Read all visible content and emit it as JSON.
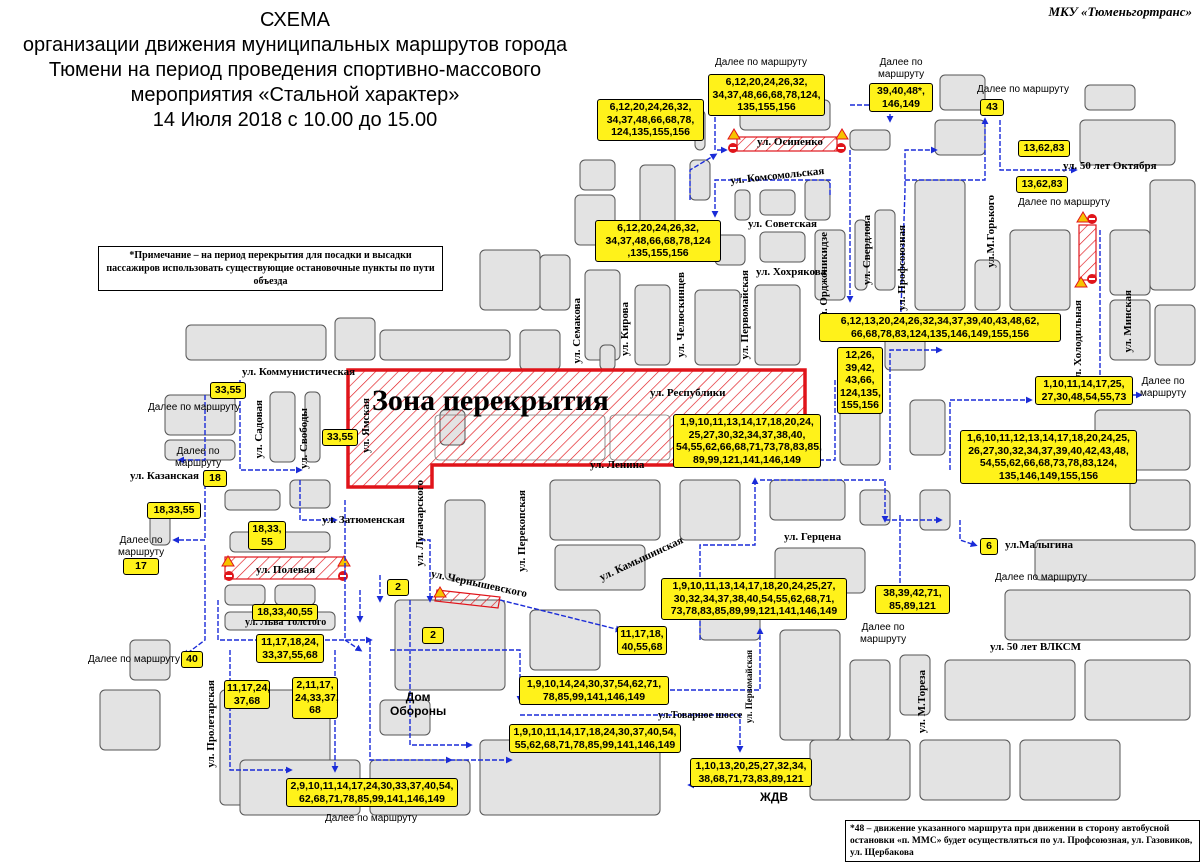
{
  "header": {
    "org": "МКУ «Тюменьгортранс»",
    "title_lines": [
      "СХЕМА",
      "организации движения муниципальных маршрутов города",
      "Тюмени на период проведения спортивно-массового",
      "мероприятия «Стальной характер»",
      "14 Июля 2018 с 10.00 до 15.00"
    ]
  },
  "note": "*Примечание – на период перекрытия для посадки и высадки пассажиров использовать существующие остановочные пункты по пути объезда",
  "footnote": "*48 – движение указанного маршрута при движении в сторону автобусной остановки «п. ММС» будет осуществляться по ул. Профсоюзная, ул. Газовиков, ул. Щербакова",
  "zone_label": "Зона перекрытия",
  "landmarks": {
    "dom_oborony": "Дом\nОбороны",
    "zhdv": "ЖДВ"
  },
  "streets": {
    "kommunisticheskaya": "ул. Коммунистическая",
    "sadovaya": "ул. Садовая",
    "svobody": "ул. Свободы",
    "yamskaya": "ул. Ямская",
    "kazanskaya": "ул. Казанская",
    "zatyumenskaya": "ул. Затюменская",
    "polevaya": "ул. Полевая",
    "lva_tolstogo": "ул. Льва Толстого",
    "proletarskaya": "ул. Пролетарская",
    "lunacharskogo": "ул. Луначарского",
    "chernyshevskogo": "ул. Чернышевского",
    "perekopskaya": "ул. Перекопская",
    "kamyshinskaya": "ул. Камышинская",
    "lenina": "ул. Ленина",
    "respubliki": "ул. Республики",
    "gertsena": "ул. Герцена",
    "malygina": "ул.Малыгина",
    "semakova": "ул. Семакова",
    "kirova": "ул. Кирова",
    "chelyuskintsev": "ул. Челюскинцев",
    "pervomayskaya": "ул. Первомайская",
    "pervomayskaya_small": "ул. Первомайская",
    "khokhryakova": "ул. Хохрякова",
    "sovetskaya": "ул. Советская",
    "komsomolskaya": "ул. Комсомольская",
    "osipenko": "ул. Осипенко",
    "ordzhonikidze": "ул. Орджоникидзе",
    "sverdlova": "ул. Свердлова",
    "profsoyuznaya": "ул. Профсоюзная",
    "m_gorkogo": "ул.М.Горького",
    "let50_oktyabrya": "ул. 50 лет Октября",
    "kholodilnaya": "ул. Холодильная",
    "minskaya": "ул. Минская",
    "let50_vlksm": "ул. 50 лет ВЛКСМ",
    "m_toreza": "ул. М.Тореза",
    "tovarnoe_shosse": "ул.Товарное шоссе"
  },
  "further_labels": {
    "top1": "Далее по маршруту",
    "top2": "Далее по\nмаршруту",
    "top3": "Далее по маршруту",
    "right1": "Далее по маршруту",
    "right2": "Далее по\nмаршруту",
    "right3": "Далее по маршруту",
    "mid1": "Далее по\nмаршруту",
    "left1": "Далее по маршруту",
    "left2": "Далее по\nмаршруту",
    "left3": "Далее по\nмаршруту",
    "left4": "Далее по маршруту",
    "bottom1": "Далее по маршруту"
  },
  "route_boxes": {
    "b_top_left": "6,12,20,24,26,32,\n34,37,48,66,68,78,\n124,135,155,156",
    "b_top_mid": "6,12,20,24,26,32,\n34,37,48,66,68,78,124,\n135,155,156",
    "b_top_mid2": "6,12,20,24,26,32,\n34,37,48,66,68,78,124\n,135,155,156",
    "b_39": "39,40,48*,\n146,149",
    "b_43": "43",
    "b_13_62_a": "13,62,83",
    "b_13_62_b": "13,62,83",
    "b_center_right": "6,12,13,20,24,26,32,34,37,39,40,43,48,62,\n66,68,78,83,124,135,146,149,155,156",
    "b_12_26": "12,26,\n39,42,\n43,66,\n124,135,\n155,156",
    "b_respubliki": "1,9,10,11,13,14,17,18,20,24,\n25,27,30,32,34,37,38,40,\n54,55,62,66,68,71,73,78,83,85,\n89,99,121,141,146,149",
    "b_1_10_11": "1,10,11,14,17,25,\n27,30,48,54,55,73",
    "b_right_big": "1,6,10,11,12,13,14,17,18,20,24,25,\n26,27,30,32,34,37,39,40,42,43,48,\n54,55,62,66,68,73,78,83,124,\n135,146,149,155,156",
    "b_6": "6",
    "b_38": "38,39,42,71,\n85,89,121",
    "b_center_low": "1,9,10,11,13,14,17,18,20,24,25,27,\n30,32,34,37,38,40,54,55,62,68,71,\n73,78,83,85,89,99,121,141,146,149",
    "b_11_17_18": "11,17,18,\n40,55,68",
    "b_1_9_10_14": "1,9,10,14,24,30,37,54,62,71,\n78,85,99,141,146,149",
    "b_1_9_10_11": "1,9,10,11,14,17,18,24,30,37,40,54,\n55,62,68,71,78,85,99,141,146,149",
    "b_1_10_13": "1,10,13,20,25,27,32,34,\n38,68,71,73,83,89,121",
    "b_33_55_a": "33,55",
    "b_33_55_b": "33,55",
    "b_18": "18",
    "b_18_33_55": "18,33,55",
    "b_18_33_55b": "18,33,\n55",
    "b_17": "17",
    "b_18_33_40": "18,33,40,55",
    "b_2a": "2",
    "b_2b": "2",
    "b_11_17_18_24": "11,17,18,24,\n33,37,55,68",
    "b_40": "40",
    "b_11_17_24": "11,17,24,\n37,68",
    "b_2_11_17": "2,11,17,\n24,33,37,\n68",
    "b_bottom": "2,9,10,11,14,17,24,30,33,37,40,54,\n62,68,71,78,85,99,141,146,149"
  },
  "colors": {
    "route_arrow": "#1a2bd8",
    "closure_border": "#e0141a",
    "closure_hatch": "#e0141a",
    "box_fill": "#fff21a",
    "building_fill": "#e3e3e3",
    "building_stroke": "#555555"
  },
  "icons": [
    "no-entry-sign-icon",
    "road-works-sign-icon",
    "direction-arrow-icon"
  ]
}
